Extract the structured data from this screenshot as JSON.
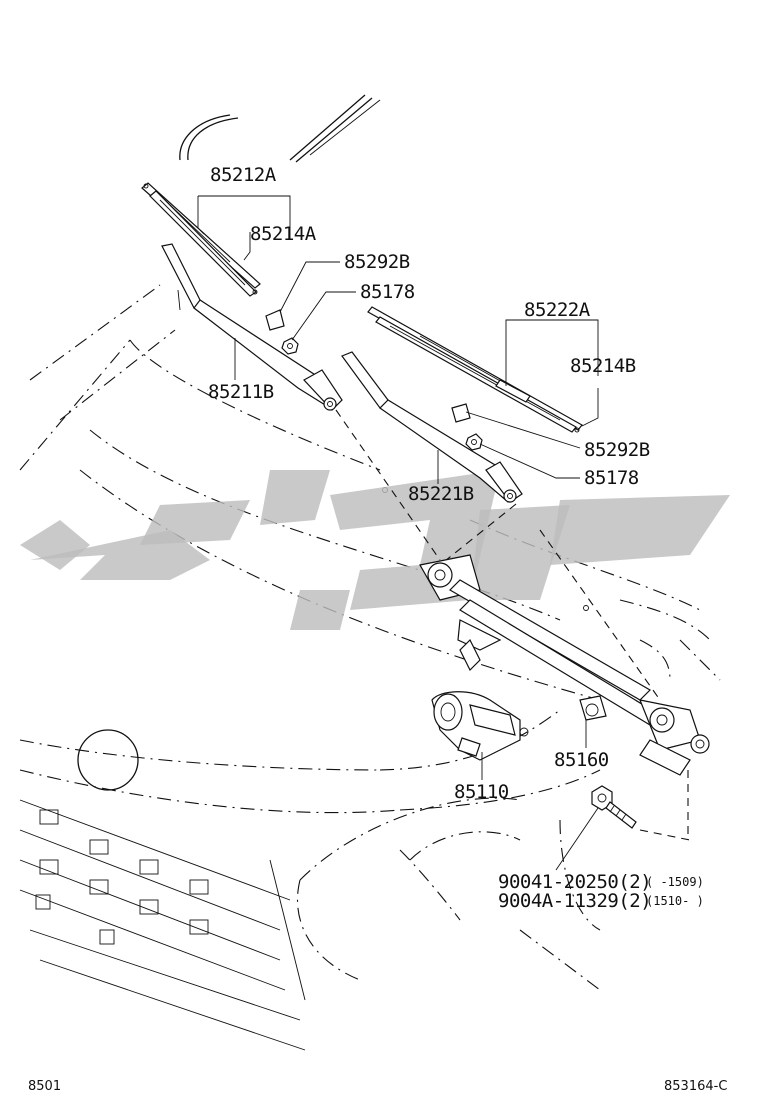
{
  "diagram": {
    "labels": {
      "blade_left": "85212A",
      "refill_left": "85214A",
      "cap_left": "85292B",
      "nut_left": "85178",
      "arm_left": "85211B",
      "blade_right": "85222A",
      "refill_right": "85214B",
      "cap_right": "85292B",
      "nut_right": "85178",
      "arm_right": "85221B",
      "link": "85160",
      "motor": "85110",
      "bolt_1": "90041-20250(2)",
      "bolt_1_range": "(      -1509)",
      "bolt_2": "9004A-11329(2)",
      "bolt_2_range": "(1510-     )"
    },
    "footer": {
      "left_code": "8501",
      "right_code": "853164-C"
    },
    "colors": {
      "line": "#111111",
      "watermark": "#bdbdbd",
      "background": "#ffffff"
    }
  }
}
